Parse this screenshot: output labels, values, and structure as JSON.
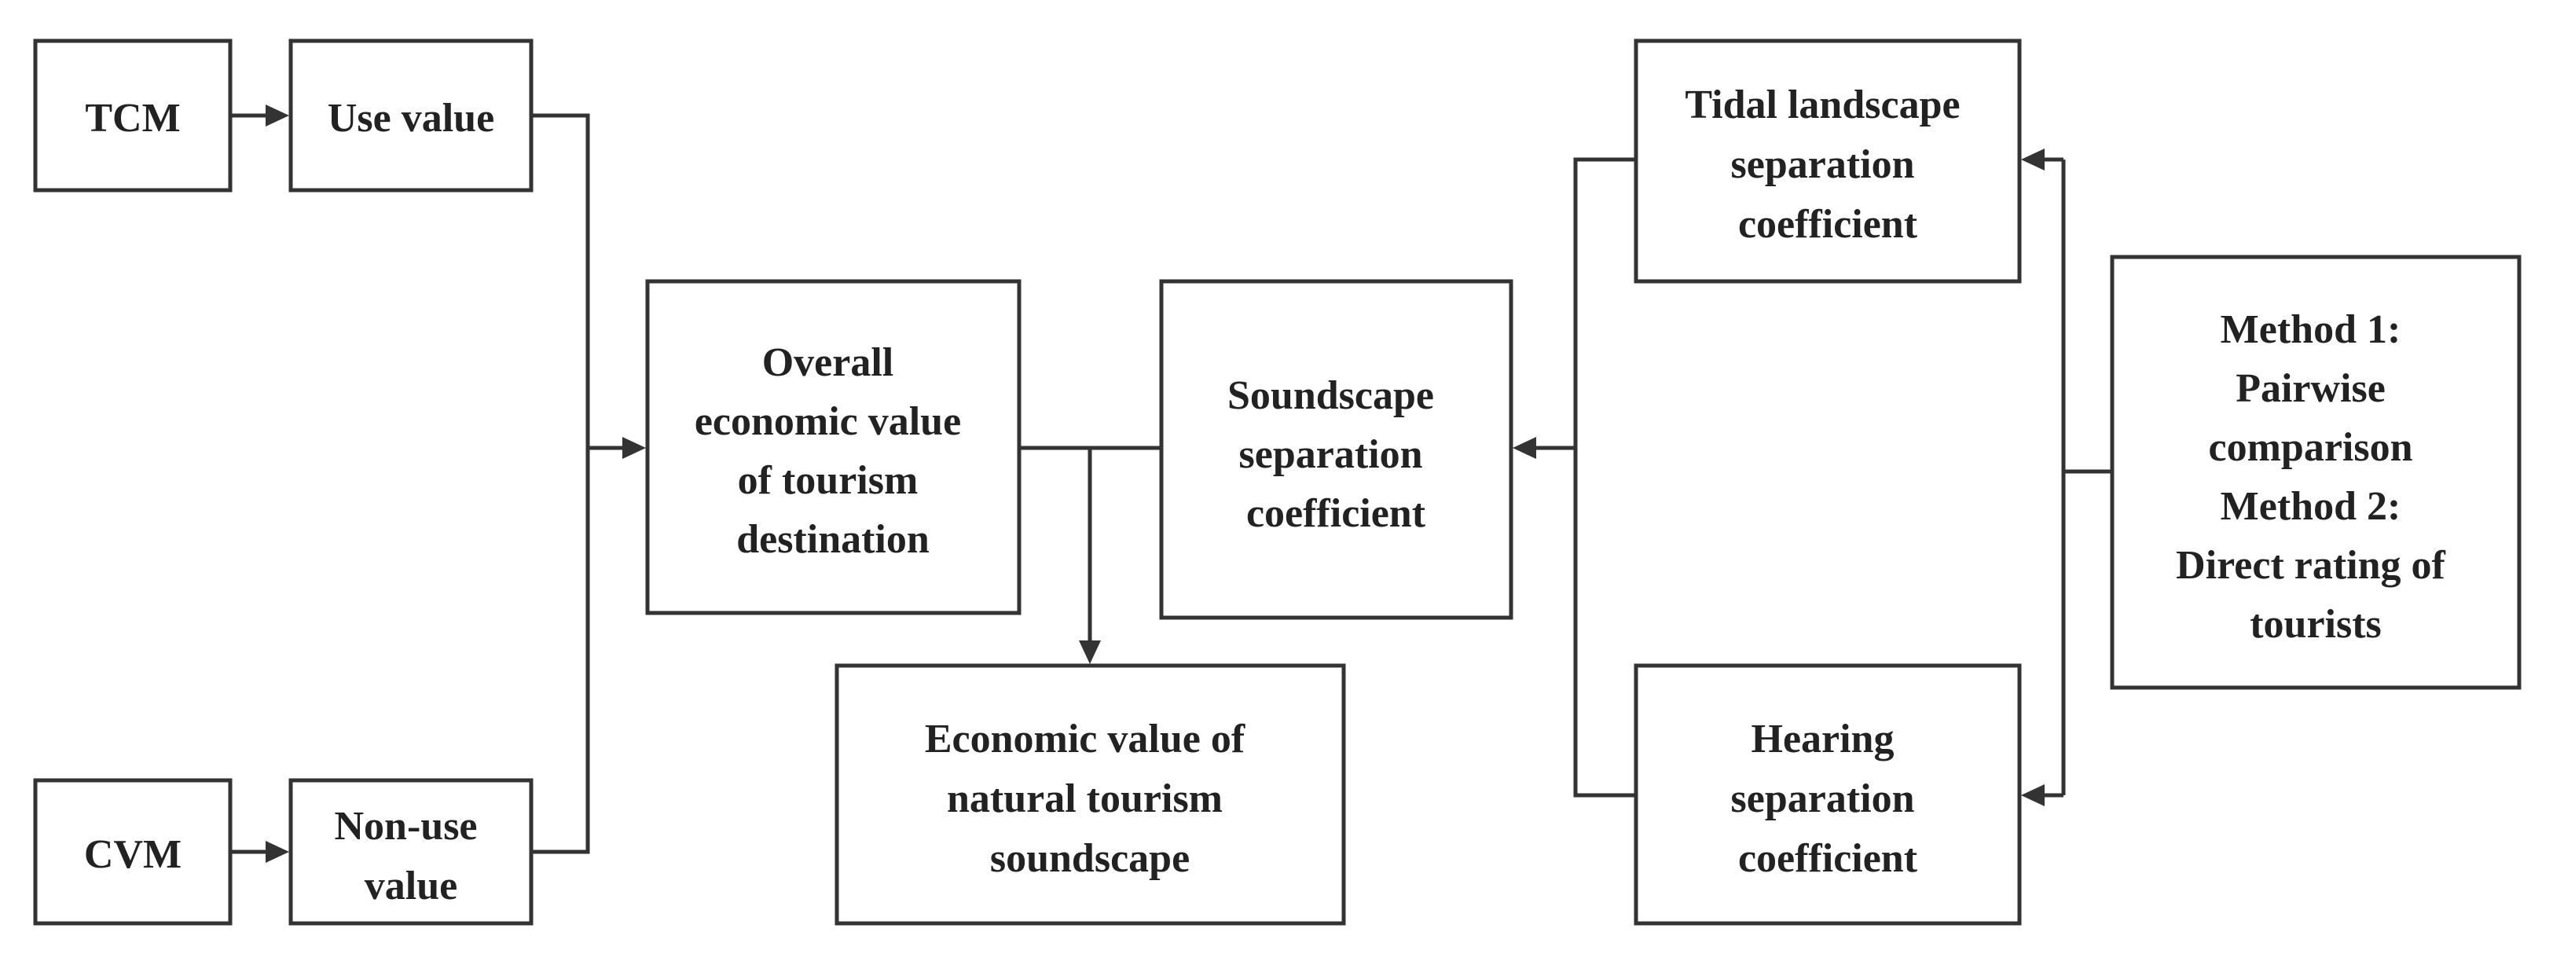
{
  "diagram": {
    "boxes": {
      "tcm": [
        "TCM"
      ],
      "use_value": [
        "Use value"
      ],
      "cvm": [
        "CVM"
      ],
      "non_use_value": [
        "Non-use",
        "value"
      ],
      "overall": [
        "Overall",
        "economic value",
        "of tourism",
        "destination"
      ],
      "soundscape_coef": [
        "Soundscape",
        "separation",
        "coefficient"
      ],
      "economic_soundscape": [
        "Economic value of",
        "natural tourism",
        "soundscape"
      ],
      "tidal": [
        "Tidal landscape",
        "separation",
        "coefficient"
      ],
      "hearing": [
        "Hearing",
        "separation",
        "coefficient"
      ],
      "methods": [
        "Method 1:",
        "Pairwise",
        "comparison",
        "Method 2:",
        "Direct rating of",
        "tourists"
      ]
    }
  }
}
